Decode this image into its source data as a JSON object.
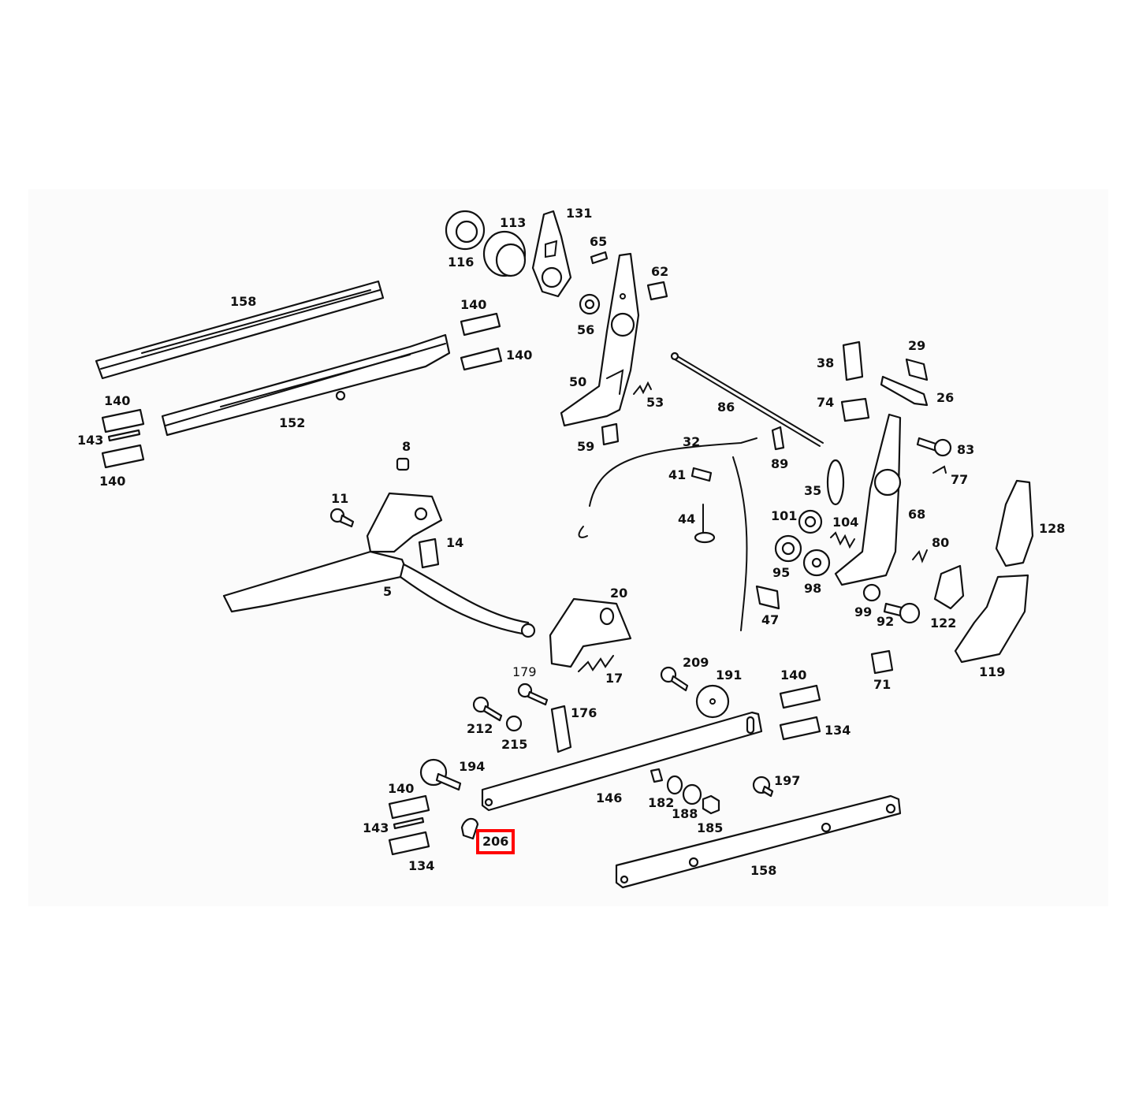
{
  "diagram": {
    "highlighted_label": "206",
    "labels": [
      "116",
      "113",
      "131",
      "65",
      "62",
      "56",
      "50",
      "53",
      "59",
      "158",
      "140",
      "140",
      "140",
      "143",
      "140",
      "152",
      "8",
      "11",
      "14",
      "5",
      "20",
      "17",
      "32",
      "41",
      "44",
      "86",
      "89",
      "38",
      "29",
      "74",
      "26",
      "83",
      "77",
      "35",
      "101",
      "104",
      "68",
      "80",
      "95",
      "98",
      "47",
      "99",
      "92",
      "122",
      "128",
      "119",
      "71",
      "179",
      "212",
      "215",
      "176",
      "209",
      "191",
      "140",
      "134",
      "194",
      "140",
      "143",
      "206",
      "134",
      "146",
      "182",
      "188",
      "185",
      "197",
      "158"
    ]
  }
}
